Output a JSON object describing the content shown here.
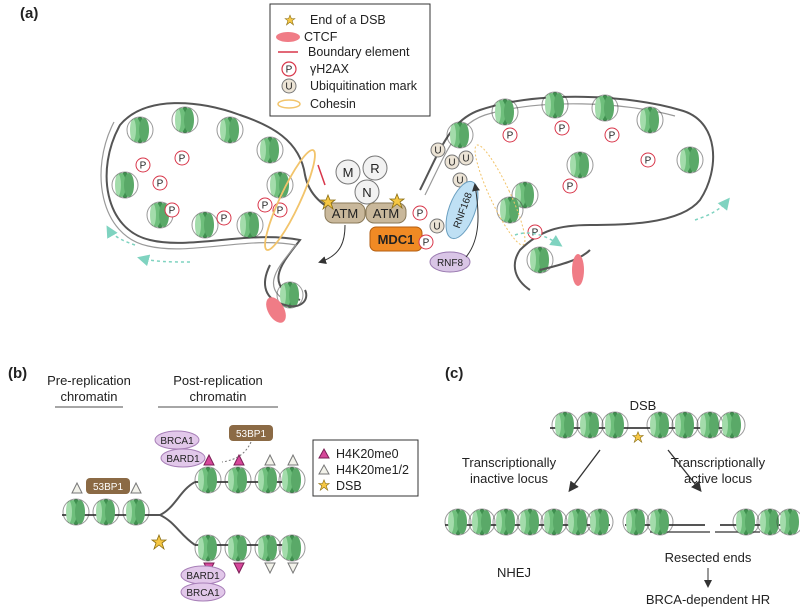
{
  "panels": {
    "a": {
      "label": "(a)",
      "legend": {
        "items": [
          {
            "text": "End of a DSB",
            "icon": "star-icon"
          },
          {
            "text": "CTCF",
            "icon": "ctcf-ellipse-icon"
          },
          {
            "text": "Boundary element",
            "icon": "boundary-line-icon"
          },
          {
            "text": "γH2AX",
            "icon": "p-circle-icon",
            "glyph": "P"
          },
          {
            "text": "Ubiquitination mark",
            "icon": "u-circle-icon",
            "glyph": "U"
          },
          {
            "text": "Cohesin",
            "icon": "cohesin-ring-icon"
          }
        ]
      },
      "labels": {
        "m": "M",
        "r": "R",
        "n": "N",
        "atm_left": "ATM",
        "atm_right": "ATM",
        "mdc1": "MDC1",
        "rnf168": "RNF168",
        "rnf8": "RNF8",
        "p": "P",
        "u": "U"
      }
    },
    "b": {
      "label": "(b)",
      "pre_title": "Pre-replication chromatin",
      "pre_line1": "Pre-replication",
      "pre_line2": "chromatin",
      "post_line1": "Post-replication",
      "post_line2": "chromatin",
      "tag_53bp1": "53BP1",
      "tag_brca1": "BRCA1",
      "tag_bard1": "BARD1",
      "legend": [
        {
          "text": "H4K20me0",
          "icon": "pink-triangle-icon"
        },
        {
          "text": "H4K20me1/2",
          "icon": "white-triangle-icon"
        },
        {
          "text": "DSB",
          "icon": "star-icon"
        }
      ]
    },
    "c": {
      "label": "(c)",
      "dsb": "DSB",
      "inactive_line1": "Transcriptionally",
      "inactive_line2": "inactive locus",
      "active_line1": "Transcriptionally",
      "active_line2": "active locus",
      "nhej": "NHEJ",
      "resected": "Resected ends",
      "hr": "BRCA-dependent HR"
    }
  },
  "colors": {
    "nucleosome": "#4f9a5c",
    "nucleosome_light": "#8fcf99",
    "ctcf": "#f07c86",
    "boundary": "#d8364a",
    "star": "#f6c744",
    "atm": "#c9b89b",
    "mdc1": "#f08a24",
    "rnf168": "#bfe0f4",
    "rnf8": "#d9c5e6",
    "tag_53bp1": "#8b6a45",
    "brca_bard": "#e2c8ea",
    "cohesin": "#f2c46b",
    "arrow_teal": "#7fd3c0"
  }
}
